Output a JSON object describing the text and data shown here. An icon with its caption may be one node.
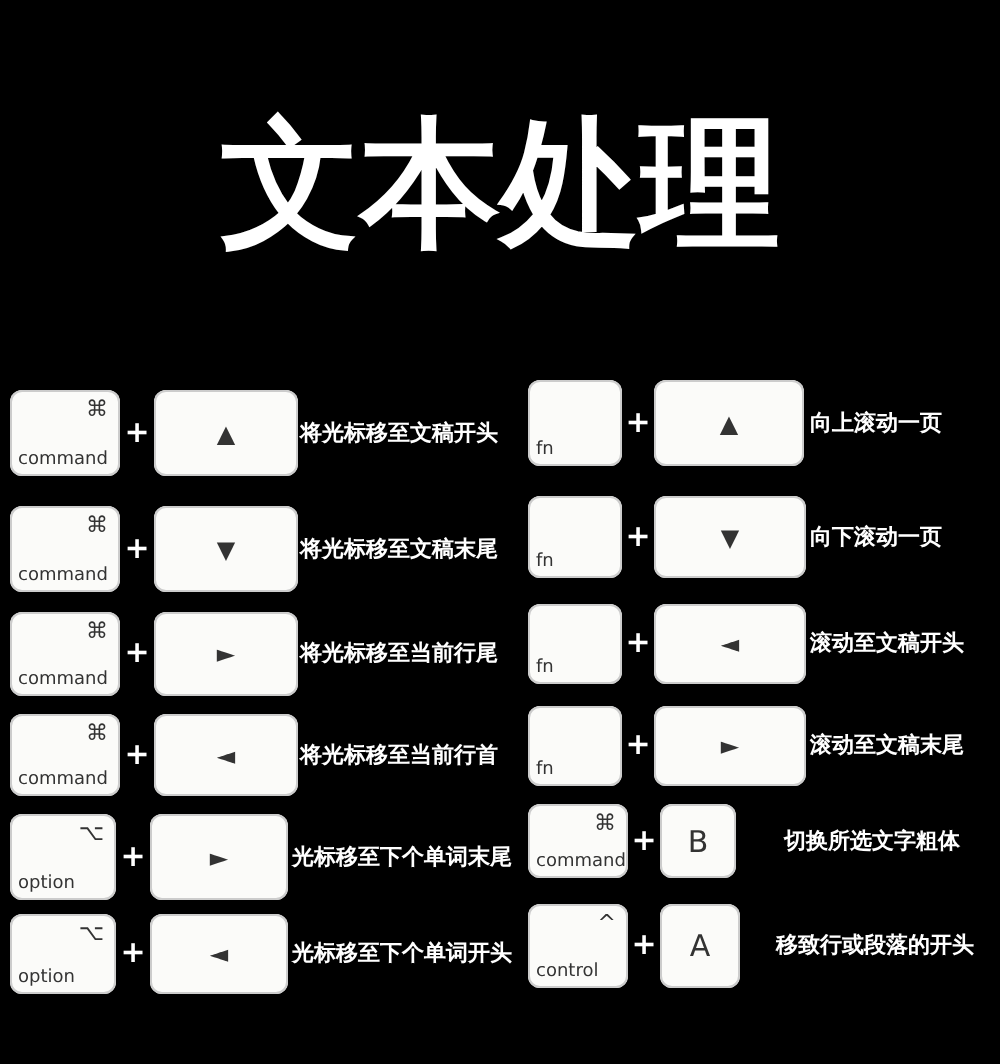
{
  "diagram": {
    "title": "文本处理",
    "nodes": [
      {
        "text": [
          "⌘",
          "command"
        ]
      },
      {
        "text": [
          "▲"
        ]
      },
      {
        "text": [
          "⌘",
          "command"
        ]
      },
      {
        "text": [
          "▼"
        ]
      },
      {
        "text": [
          "⌘",
          "command"
        ]
      },
      {
        "text": [
          "►"
        ]
      },
      {
        "text": [
          "⌘",
          "command"
        ]
      },
      {
        "text": [
          "◄"
        ]
      },
      {
        "text": [
          "⌥",
          "option"
        ]
      },
      {
        "text": [
          "►"
        ]
      },
      {
        "text": [
          "⌥",
          "option"
        ]
      },
      {
        "text": [
          "◄"
        ]
      },
      {
        "text": [
          "fn"
        ]
      },
      {
        "text": [
          "▲"
        ]
      },
      {
        "text": [
          "fn"
        ]
      },
      {
        "text": [
          "▼"
        ]
      },
      {
        "text": [
          "fn"
        ]
      },
      {
        "text": [
          "◄"
        ]
      },
      {
        "text": [
          "fn"
        ]
      },
      {
        "text": [
          "►"
        ]
      },
      {
        "text": [
          "⌘",
          "command"
        ]
      },
      {
        "text": [
          "B"
        ]
      },
      {
        "text": [
          "^",
          "control"
        ]
      },
      {
        "text": [
          "A"
        ]
      }
    ],
    "labels": [
      "+",
      "将光标移至文稿开头",
      "+",
      "将光标移至文稿末尾",
      "+",
      "将光标移至当前行尾",
      "+",
      "将光标移至当前行首",
      "+",
      "光标移至下个单词末尾",
      "+",
      "光标移至下个单词开头",
      "+",
      "向上滚动一页",
      "+",
      "向下滚动一页",
      "+",
      "滚动至文稿开头",
      "+",
      "滚动至文稿末尾",
      "+",
      "切换所选文字粗体",
      "+",
      "移致行或段落的开头"
    ]
  }
}
